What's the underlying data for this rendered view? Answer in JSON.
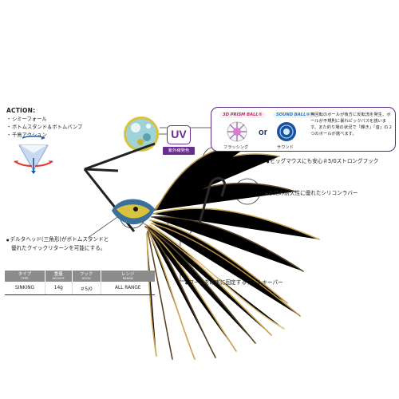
{
  "action": {
    "title": "ACTION:",
    "items": [
      "シミーフォール",
      "ボトムスタンド＆ボトムバンプ",
      "千鳥アクション"
    ]
  },
  "info_box": {
    "prism_label": "3D PRISM BALL®",
    "sound_label": "SOUND BALL®",
    "or_text": "or",
    "flashing_caption": "フラッシング",
    "sound_caption": "サウンド",
    "description": "無回転のボールが後方に反転流を発生、ボールが不規則に暴れピックパスを誘います。また釣り場の状況で「輝き」「音」の２つのボールが選べます。"
  },
  "uv": {
    "badge": "UV",
    "sub": "紫外線発色"
  },
  "callouts": {
    "hook": "ビッグマウスにも安心＃5/0ストロングフック",
    "rubber": "水絡み耐久性に優れたシリコンラバー",
    "keeper": "ワームを確実に固定するワームキーパー",
    "head_line1": "デルタヘッド(三角形)がボトムスタンドと",
    "head_line2": "優れたクイックリターンを可能にする。"
  },
  "spec": {
    "headers": [
      {
        "ja": "タイプ",
        "en": "TYPE"
      },
      {
        "ja": "重量",
        "en": "WEIGHT"
      },
      {
        "ja": "フック",
        "en": "HOOK"
      },
      {
        "ja": "レンジ",
        "en": "RANGE"
      }
    ],
    "row": [
      "SINKING",
      "14g",
      "＃5/0",
      "ALL RANGE"
    ]
  },
  "colors": {
    "accent_purple": "#6a2c91",
    "prism_pink": "#d2246b",
    "sound_blue": "#1c83c6",
    "skirt_gold": "#c9a24e",
    "skirt_brown": "#5a4324",
    "head_blue": "#3b6f9c"
  },
  "icons": [
    "lure-action-icon",
    "prism-ball-icon",
    "sound-ball-icon",
    "uv-ball-icon"
  ]
}
